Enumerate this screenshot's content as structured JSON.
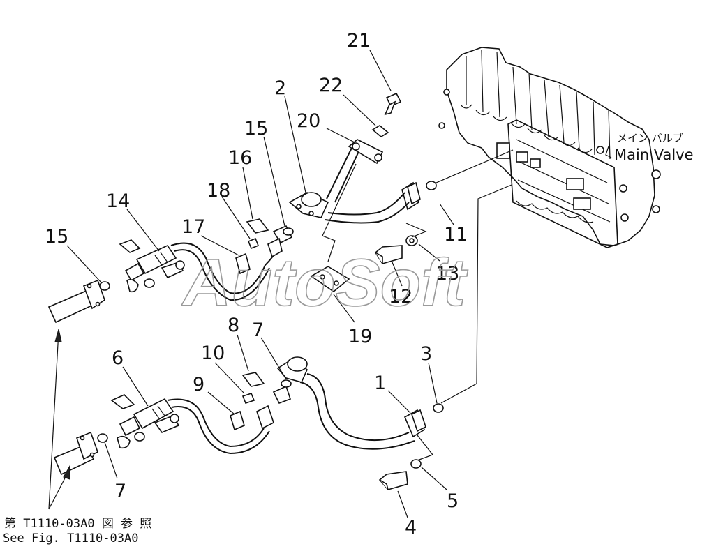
{
  "callouts": [
    {
      "id": "c21",
      "text": "21"
    },
    {
      "id": "c22",
      "text": "22"
    },
    {
      "id": "c2",
      "text": "2"
    },
    {
      "id": "c20",
      "text": "20"
    },
    {
      "id": "c15a",
      "text": "15"
    },
    {
      "id": "c16",
      "text": "16"
    },
    {
      "id": "c18",
      "text": "18"
    },
    {
      "id": "c14",
      "text": "14"
    },
    {
      "id": "c17",
      "text": "17"
    },
    {
      "id": "c15b",
      "text": "15"
    },
    {
      "id": "c11",
      "text": "11"
    },
    {
      "id": "c13",
      "text": "13"
    },
    {
      "id": "c12",
      "text": "12"
    },
    {
      "id": "c19",
      "text": "19"
    },
    {
      "id": "c8",
      "text": "8"
    },
    {
      "id": "c7a",
      "text": "7"
    },
    {
      "id": "c10",
      "text": "10"
    },
    {
      "id": "c6",
      "text": "6"
    },
    {
      "id": "c9",
      "text": "9"
    },
    {
      "id": "c3",
      "text": "3"
    },
    {
      "id": "c1",
      "text": "1"
    },
    {
      "id": "c7b",
      "text": "7"
    },
    {
      "id": "c5",
      "text": "5"
    },
    {
      "id": "c4",
      "text": "4"
    }
  ],
  "main_valve": {
    "label_jp": "メイン バルブ",
    "label_en": "Main Valve"
  },
  "figure_ref": {
    "line_jp": "第 T1110-03A0 図 参 照",
    "line_en": "See Fig. T1110-03A0"
  },
  "watermark": "AutoSoft"
}
